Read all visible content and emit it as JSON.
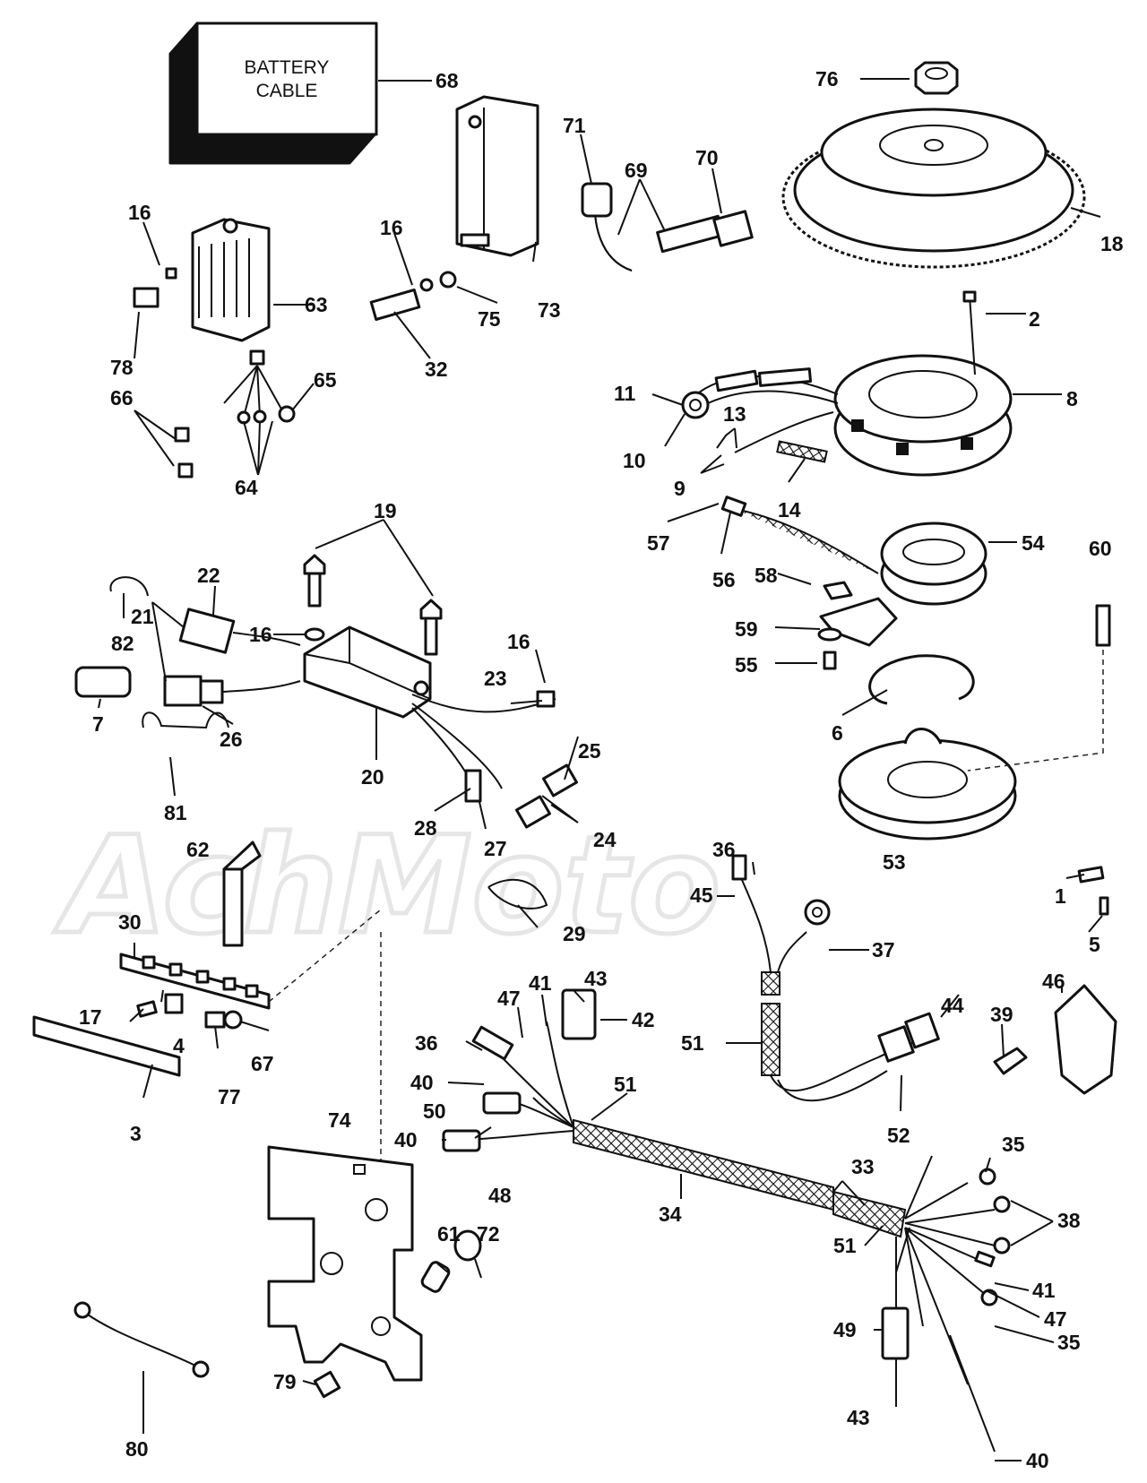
{
  "battery_box": {
    "line1": "BATTERY",
    "line2": "CABLE"
  },
  "watermark": "AchMoto",
  "callouts": [
    {
      "id": "c68",
      "text": "68"
    },
    {
      "id": "c76",
      "text": "76"
    },
    {
      "id": "c71",
      "text": "71"
    },
    {
      "id": "c69",
      "text": "69"
    },
    {
      "id": "c70",
      "text": "70"
    },
    {
      "id": "c18",
      "text": "18"
    },
    {
      "id": "c16a",
      "text": "16"
    },
    {
      "id": "c16b",
      "text": "16"
    },
    {
      "id": "c63",
      "text": "63"
    },
    {
      "id": "c78",
      "text": "78"
    },
    {
      "id": "c75",
      "text": "75"
    },
    {
      "id": "c73",
      "text": "73"
    },
    {
      "id": "c32",
      "text": "32"
    },
    {
      "id": "c65",
      "text": "65"
    },
    {
      "id": "c66",
      "text": "66"
    },
    {
      "id": "c64",
      "text": "64"
    },
    {
      "id": "c2",
      "text": "2"
    },
    {
      "id": "c11",
      "text": "11"
    },
    {
      "id": "c13",
      "text": "13"
    },
    {
      "id": "c8",
      "text": "8"
    },
    {
      "id": "c10",
      "text": "10"
    },
    {
      "id": "c9",
      "text": "9"
    },
    {
      "id": "c14",
      "text": "14"
    },
    {
      "id": "c19",
      "text": "19"
    },
    {
      "id": "c22",
      "text": "22"
    },
    {
      "id": "c21",
      "text": "21"
    },
    {
      "id": "c82",
      "text": "82"
    },
    {
      "id": "c16c",
      "text": "16"
    },
    {
      "id": "c16d",
      "text": "16"
    },
    {
      "id": "c57",
      "text": "57"
    },
    {
      "id": "c56",
      "text": "56"
    },
    {
      "id": "c58",
      "text": "58"
    },
    {
      "id": "c54",
      "text": "54"
    },
    {
      "id": "c60",
      "text": "60"
    },
    {
      "id": "c59",
      "text": "59"
    },
    {
      "id": "c55",
      "text": "55"
    },
    {
      "id": "c23",
      "text": "23"
    },
    {
      "id": "c7",
      "text": "7"
    },
    {
      "id": "c26",
      "text": "26"
    },
    {
      "id": "c20",
      "text": "20"
    },
    {
      "id": "c25",
      "text": "25"
    },
    {
      "id": "c6",
      "text": "6"
    },
    {
      "id": "c81",
      "text": "81"
    },
    {
      "id": "c28",
      "text": "28"
    },
    {
      "id": "c27",
      "text": "27"
    },
    {
      "id": "c24",
      "text": "24"
    },
    {
      "id": "c53",
      "text": "53"
    },
    {
      "id": "c62",
      "text": "62"
    },
    {
      "id": "c36a",
      "text": "36"
    },
    {
      "id": "c45",
      "text": "45"
    },
    {
      "id": "c29",
      "text": "29"
    },
    {
      "id": "c1",
      "text": "1"
    },
    {
      "id": "c30",
      "text": "30"
    },
    {
      "id": "c37",
      "text": "37"
    },
    {
      "id": "c5",
      "text": "5"
    },
    {
      "id": "c43a",
      "text": "43"
    },
    {
      "id": "c41a",
      "text": "41"
    },
    {
      "id": "c47a",
      "text": "47"
    },
    {
      "id": "c42",
      "text": "42"
    },
    {
      "id": "c44",
      "text": "44"
    },
    {
      "id": "c46",
      "text": "46"
    },
    {
      "id": "c17",
      "text": "17"
    },
    {
      "id": "c51a",
      "text": "51"
    },
    {
      "id": "c39",
      "text": "39"
    },
    {
      "id": "c4",
      "text": "4"
    },
    {
      "id": "c67",
      "text": "67"
    },
    {
      "id": "c36b",
      "text": "36"
    },
    {
      "id": "c77",
      "text": "77"
    },
    {
      "id": "c40a",
      "text": "40"
    },
    {
      "id": "c51b",
      "text": "51"
    },
    {
      "id": "c3",
      "text": "3"
    },
    {
      "id": "c50",
      "text": "50"
    },
    {
      "id": "c52",
      "text": "52"
    },
    {
      "id": "c74",
      "text": "74"
    },
    {
      "id": "c35a",
      "text": "35"
    },
    {
      "id": "c40b",
      "text": "40"
    },
    {
      "id": "c33",
      "text": "33"
    },
    {
      "id": "c48",
      "text": "48"
    },
    {
      "id": "c34",
      "text": "34"
    },
    {
      "id": "c38",
      "text": "38"
    },
    {
      "id": "c61",
      "text": "61"
    },
    {
      "id": "c72",
      "text": "72"
    },
    {
      "id": "c51c",
      "text": "51"
    },
    {
      "id": "c41b",
      "text": "41"
    },
    {
      "id": "c47b",
      "text": "47"
    },
    {
      "id": "c35b",
      "text": "35"
    },
    {
      "id": "c49",
      "text": "49"
    },
    {
      "id": "c80",
      "text": "80"
    },
    {
      "id": "c79",
      "text": "79"
    },
    {
      "id": "c43b",
      "text": "43"
    },
    {
      "id": "c40c",
      "text": "40"
    }
  ]
}
